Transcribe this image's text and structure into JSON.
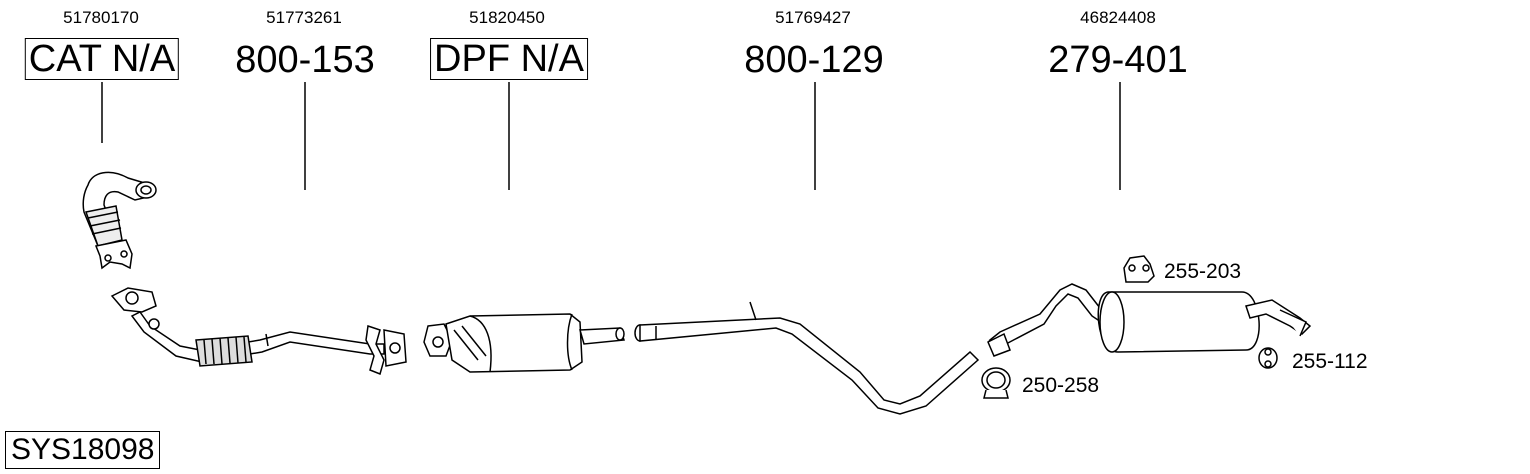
{
  "system_code": "SYS18098",
  "parts": [
    {
      "id": "cat",
      "oem": "51780170",
      "label": "CAT N/A"
    },
    {
      "id": "front-pipe",
      "oem": "51773261",
      "label": "800-153"
    },
    {
      "id": "dpf",
      "oem": "51820450",
      "label": "DPF N/A"
    },
    {
      "id": "middle-pipe",
      "oem": "51769427",
      "label": "800-129"
    },
    {
      "id": "rear-silencer",
      "oem": "46824408",
      "label": "279-401"
    }
  ],
  "accessories": [
    {
      "id": "rubber-mount",
      "label": "255-203"
    },
    {
      "id": "clamp",
      "label": "250-258"
    },
    {
      "id": "rubber-ring",
      "label": "255-112"
    }
  ]
}
